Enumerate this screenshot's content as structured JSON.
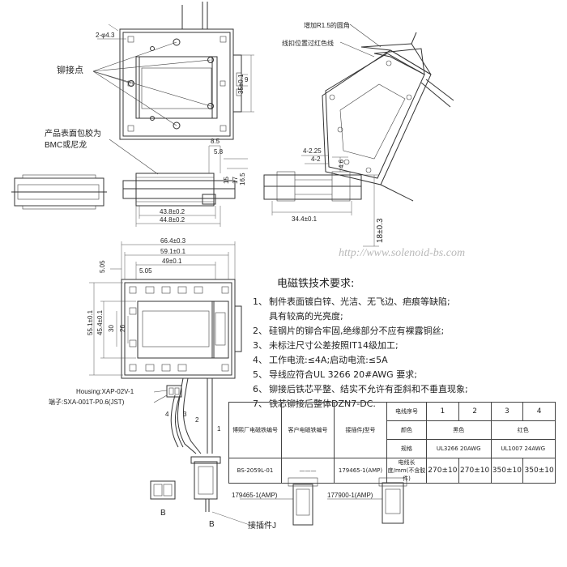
{
  "callouts": {
    "rivet_points": "铆接点",
    "coating_note": "产品表面包胶为",
    "coating_material": "BMC或尼龙",
    "fillet_note": "增加R1.5的圆角",
    "coil_wire_note": "线扣位置过红色线",
    "housing": "Housing:XAP-02V-1",
    "terminal": "端子:SXA-001T-P0.6(JST)",
    "plug_label": "接插件J",
    "connector_179465": "179465-1(AMP)",
    "connector_177900": "177900-1(AMP)"
  },
  "dims": {
    "top_view": {
      "d_2x43": "2-φ4.3",
      "d_35": "35±0.1",
      "d_9": "9"
    },
    "side_view": {
      "d_85": "8.5",
      "d_43": "43.8±0.2",
      "d_44": "44.8±0.2",
      "d_58": "5.8",
      "d_15": "15",
      "d_17": "17",
      "d_165": "16.5"
    },
    "end_view": {
      "d_2x225": "4-2.25",
      "d_42": "4-2",
      "d_46": "4.6",
      "d_344": "34.4±0.1",
      "d_18": "18±0.3"
    },
    "front_view": {
      "d_664": "66.4±0.3",
      "d_591": "59.1±0.1",
      "d_49": "49±0.1",
      "d_505a": "5.05",
      "d_505b": "5.05",
      "d_551": "55.1±0.1",
      "d_454": "45.4±0.1",
      "d_30": "30",
      "d_26": "26"
    }
  },
  "wire_labels": [
    "1",
    "2",
    "3",
    "4"
  ],
  "view_labels": {
    "b1": "B",
    "b2": "B"
  },
  "watermark": "http://www.solenoid-bs.com",
  "notes": {
    "title": "电磁铁技术要求:",
    "items": [
      {
        "n": "1、",
        "text": "制件表面镀白锌、光洁、无飞边、疤痕等缺陷;"
      },
      {
        "n": "",
        "text": "具有较高的光亮度;"
      },
      {
        "n": "2、",
        "text": "硅钢片的铆合牢固,绝缘部分不应有裸露铜丝;"
      },
      {
        "n": "3、",
        "text": "未标注尺寸公差按照IT14级加工;"
      },
      {
        "n": "4、",
        "text": "工作电流:≤4A;启动电流:≤5A"
      },
      {
        "n": "5、",
        "text": "导线应符合UL 3266 20#AWG 要求;"
      },
      {
        "n": "6、",
        "text": "铆接后铁芯平整、结实不允许有歪斜和不垂直现象;"
      },
      {
        "n": "7、",
        "text": "铁芯铆接后整体DZN7-DC."
      }
    ]
  },
  "table": {
    "h_factory": "博熙厂电磁铁编号",
    "h_customer": "客户电磁铁编号",
    "h_plug": "接插件J型号",
    "h_wire_no": "电线序号",
    "h_color": "颜色",
    "h_spec": "规格",
    "h_length": "电线长度/mm(不含胶件)",
    "wire_nos": [
      "1",
      "2",
      "3",
      "4"
    ],
    "color_black": "黑色",
    "color_red": "红色",
    "spec_ul3266": "UL3266 20AWG",
    "spec_ul1007": "UL1007 24AWG",
    "row": {
      "factory": "BS-2059L-01",
      "customer": "———",
      "plug": "179465-1(AMP)",
      "lengths": [
        "270±10",
        "270±10",
        "350±10",
        "350±10"
      ]
    }
  }
}
